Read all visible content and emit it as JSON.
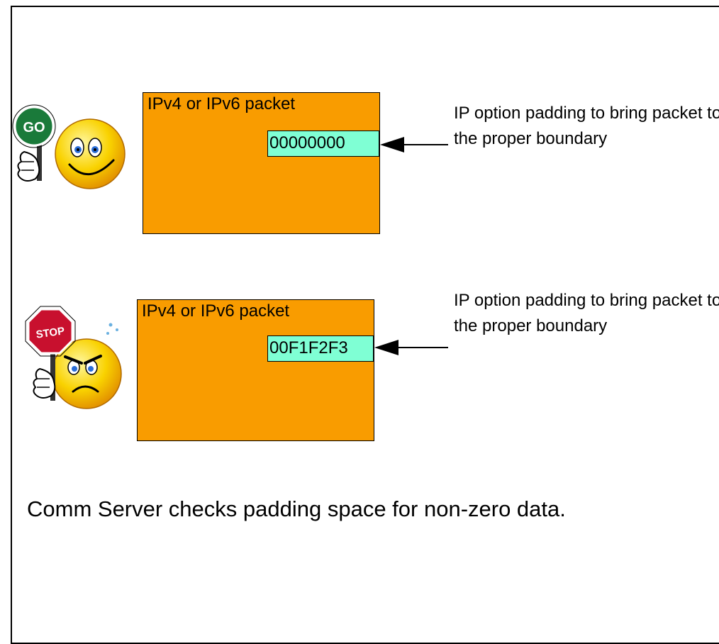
{
  "rows": [
    {
      "status": "go",
      "sign_text": "GO",
      "sign_color": "#1a7a3a",
      "face": "happy-face",
      "packet_title": "IPv4 or IPv6 packet",
      "padding_value": "00000000",
      "note": "IP option padding to bring packet to the proper boundary"
    },
    {
      "status": "stop",
      "sign_text": "STOP",
      "sign_color": "#c8102e",
      "face": "angry-face",
      "packet_title": "IPv4 or IPv6 packet",
      "padding_value": "00F1F2F3",
      "note": "IP option padding to bring packet to the proper boundary"
    }
  ],
  "caption": "Comm Server checks padding space for non-zero data.",
  "colors": {
    "packet": "#f99c00",
    "padding": "#7fffd4",
    "face": "#f9c400"
  }
}
